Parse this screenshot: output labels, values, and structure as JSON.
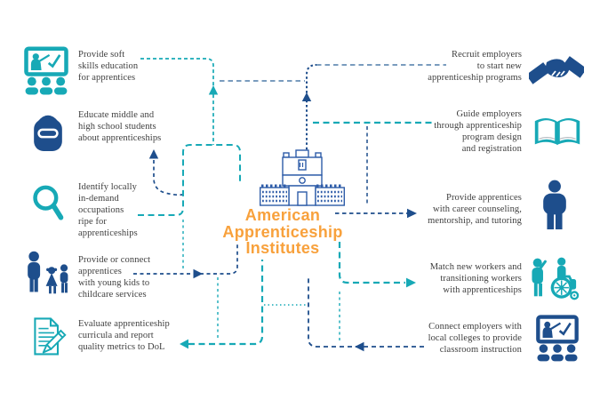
{
  "center": {
    "title_lines": [
      "American",
      "Apprenticeship",
      "Institutes"
    ],
    "building_icon": "institute-building"
  },
  "left": [
    {
      "icon": "soft-skills-presentation",
      "lines": [
        "Provide soft",
        "skills education",
        "for apprentices"
      ]
    },
    {
      "icon": "backpack",
      "lines": [
        "Educate middle and",
        "high school students",
        "about apprenticeships"
      ]
    },
    {
      "icon": "magnifier",
      "lines": [
        "Identify locally",
        "in-demand",
        "occupations",
        "ripe for",
        "apprenticeships"
      ]
    },
    {
      "icon": "family",
      "lines": [
        "Provide or connect",
        "apprentices",
        "with young kids to",
        "childcare services"
      ]
    },
    {
      "icon": "document-pencil",
      "lines": [
        "Evaluate apprenticeship",
        "curricula and report",
        "quality metrics to DoL"
      ]
    }
  ],
  "right": [
    {
      "icon": "handshake",
      "lines": [
        "Recruit employers",
        "to start new",
        "apprenticeship programs"
      ]
    },
    {
      "icon": "open-book",
      "lines": [
        "Guide employers",
        "through apprenticeship",
        "program design",
        "and registration"
      ]
    },
    {
      "icon": "person",
      "lines": [
        "Provide apprentices",
        "with career counseling,",
        "mentorship, and tutoring"
      ]
    },
    {
      "icon": "workers-accessibility",
      "lines": [
        "Match new workers and",
        "transitioning workers",
        "with apprenticeships"
      ]
    },
    {
      "icon": "classroom-instruction",
      "lines": [
        "Connect employers with",
        "local colleges to provide",
        "classroom instruction"
      ]
    }
  ],
  "colors": {
    "teal": "#17A9B6",
    "navy": "#1E4E8C",
    "steel_blue": "#4E7CA8",
    "orange": "#F8A13C",
    "building_blue": "#2E5CA8",
    "text": "#3E3E3E",
    "background": "#FFFFFF"
  }
}
